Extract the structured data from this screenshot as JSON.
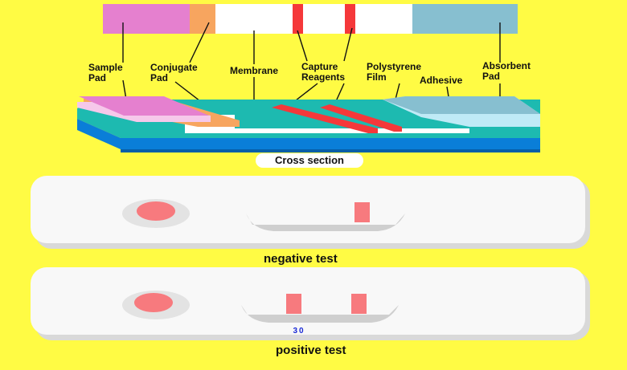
{
  "labels": {
    "sample_pad": "Sample\nPad",
    "conjugate_pad": "Conjugate\nPad",
    "membrane": "Membrane",
    "capture_reagents": "Capture\nReagents",
    "polystyrene_film": "Polystyrene\nFilm",
    "adhesive": "Adhesive",
    "absorbent_pad": "Absorbent\nPad"
  },
  "cross_section_caption": "Cross section",
  "negative_caption": "negative test",
  "positive_caption": "positive test",
  "page_number": "30",
  "colors": {
    "background": "#fffb44",
    "sample_pad": "#e580cf",
    "conjugate_pad": "#f7a55f",
    "membrane": "#ffffff",
    "capture_line": "#f5383a",
    "absorbent_pad": "#87bfd0",
    "adhesive": "#1dbab0",
    "film": "#0a7ed8",
    "result_mark": "#f77a7e"
  }
}
